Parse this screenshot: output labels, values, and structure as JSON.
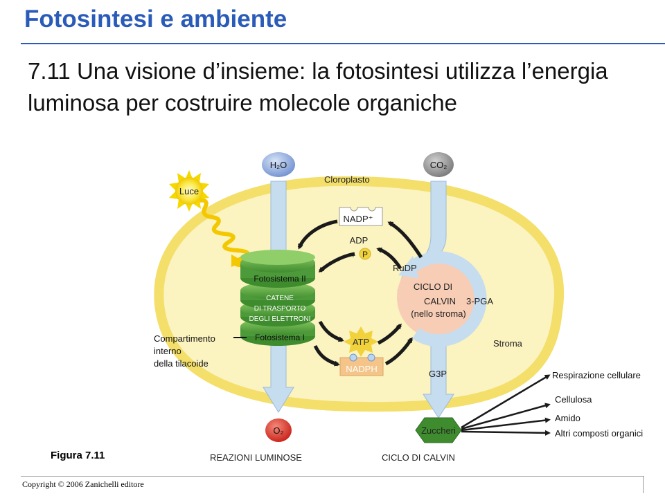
{
  "slide": {
    "title": "Fotosintesi e ambiente",
    "subtitle": "7.11 Una visione d’insieme: la fotosintesi utilizza l’energia luminosa per costruire molecole organiche",
    "figure_label": "Figura 7.11",
    "copyright": "Copyright © 2006 Zanichelli editore"
  },
  "diagram": {
    "h2o": "H₂O",
    "co2": "CO₂",
    "o2": "O₂",
    "luce": "Luce",
    "cloroplasto": "Cloroplasto",
    "nadp": "NADP⁺",
    "adp": "ADP",
    "plus": "+",
    "p": "P",
    "atp": "ATP",
    "nadph": "NADPH",
    "fotosistema2": "Fotosistema II",
    "fotosistema1": "Fotosistema I",
    "catene": [
      "CATENE",
      "DI TRASPORTO",
      "DEGLI ELETTRONI"
    ],
    "compartimento": [
      "Compartimento",
      "interno",
      "della tilacoide"
    ],
    "rudp": "RuDP",
    "calvin": [
      "CICLO DI",
      "CALVIN",
      "(nello stroma)"
    ],
    "pga": "3-PGA",
    "stroma": "Stroma",
    "g3p": "G3P",
    "zuccheri": "Zuccheri",
    "products": [
      "Respirazione cellulare",
      "Cellulosa",
      "Amido",
      "Altri composti organici"
    ],
    "reazioni_luminose": "REAZIONI LUMINOSE",
    "ciclo_calvin_label": "CICLO DI CALVIN"
  },
  "colors": {
    "title": "#2a5bb8",
    "chloroplast_fill": "#fbf3c0",
    "chloroplast_border": "#f3df6a",
    "thylakoid": "#4c9a3a",
    "arrow_blue": "#c6dcef",
    "calvin_fill": "#f8cdb6",
    "atp": "#f1d23a",
    "nadph": "#f4c488"
  }
}
